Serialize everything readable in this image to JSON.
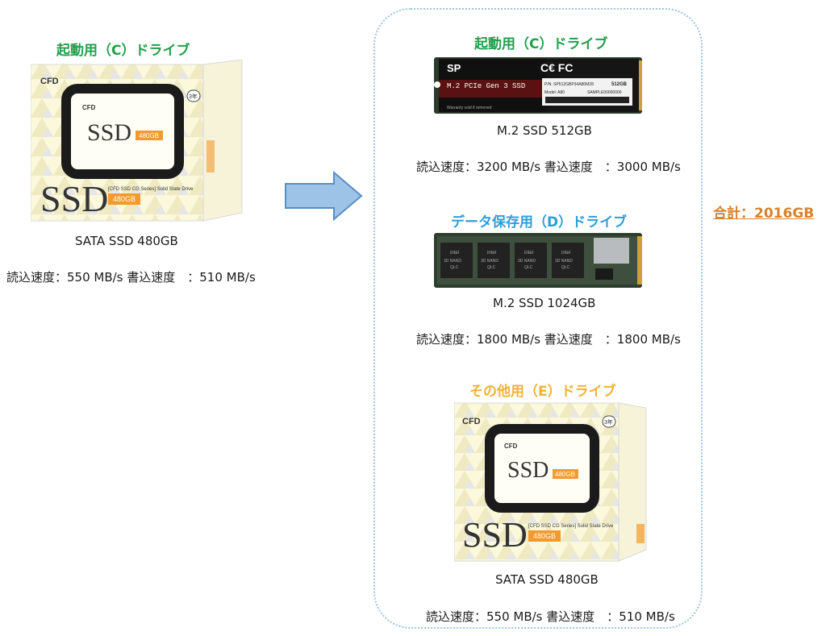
{
  "colors": {
    "boot_label": "#22a04b",
    "data_label": "#2c9fd6",
    "other_label": "#f2b135",
    "total_label": "#d9822b",
    "arrow_fill": "#9dc3e6",
    "arrow_stroke": "#5b8ec2"
  },
  "icons": [
    "arrow-right-icon"
  ],
  "left": {
    "drive_label": "起動用（C）ドライブ",
    "model": "SATA SSD 480GB",
    "speed": "読込速度：550 MB/s 書込速度　：510 MB/s",
    "box": {
      "brand": "CFD",
      "text": "SSD",
      "capacity": "480GB",
      "series": "[CFD SSD CG Series] Solid State Drive",
      "warranty": "3年"
    }
  },
  "right": {
    "drive1": {
      "drive_label": "起動用（C）ドライブ",
      "model": "M.2 SSD 512GB",
      "speed": "読込速度：3200 MB/s 書込速度　：3000 MB/s",
      "stick": {
        "brand": "SP",
        "line": "M.2 PCIe Gen 3 SSD",
        "capacity": "512GB",
        "pn": "P/N: SP512GBP34A80M28",
        "model": "Model: A80",
        "serial": "SAMPLE00000000",
        "warranty": "Warranty void if removed"
      }
    },
    "drive2": {
      "drive_label": "データ保存用（D）ドライブ",
      "model": "M.2 SSD 1024GB",
      "speed": "読込速度：1800 MB/s 書込速度　：1800 MB/s",
      "chips": [
        {
          "brand": "intel",
          "l1": "3D NAND",
          "l2": "QLC"
        },
        {
          "brand": "intel",
          "l1": "3D NAND",
          "l2": "QLC"
        },
        {
          "brand": "intel",
          "l1": "3D NAND",
          "l2": "QLC"
        },
        {
          "brand": "intel",
          "l1": "3D NAND",
          "l2": "QLC"
        }
      ]
    },
    "drive3": {
      "drive_label": "その他用（E）ドライブ",
      "model": "SATA SSD 480GB",
      "speed": "読込速度：550 MB/s 書込速度　：510 MB/s",
      "box": {
        "brand": "CFD",
        "text": "SSD",
        "capacity": "480GB",
        "series": "[CFD SSD CG Series] Solid State Drive",
        "warranty": "3年"
      }
    }
  },
  "total": "合計：2016GB"
}
